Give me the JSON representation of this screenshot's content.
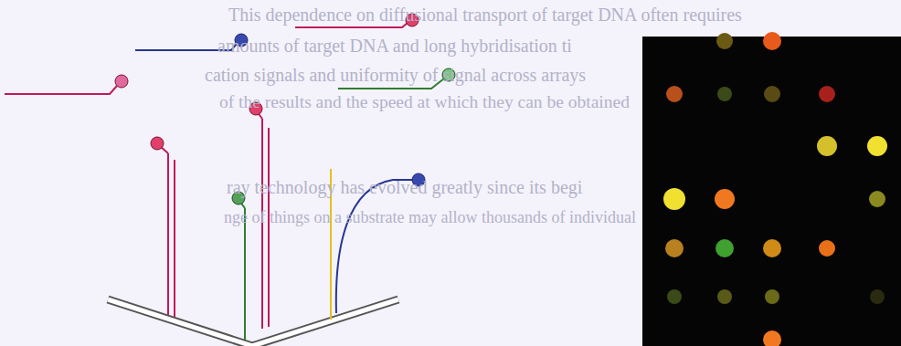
{
  "diagram": {
    "labels": [
      "This dependence on diffusional transport of target DNA often requires",
      "amounts of target DNA and long hybridisation ti",
      "cation signals and uniformity of signal across arrays",
      "of the results and the speed at which they can be obtained",
      "ray technology has evolved greatly since its begi",
      "nge of things on a substrate may allow thousands of individual"
    ]
  }
}
